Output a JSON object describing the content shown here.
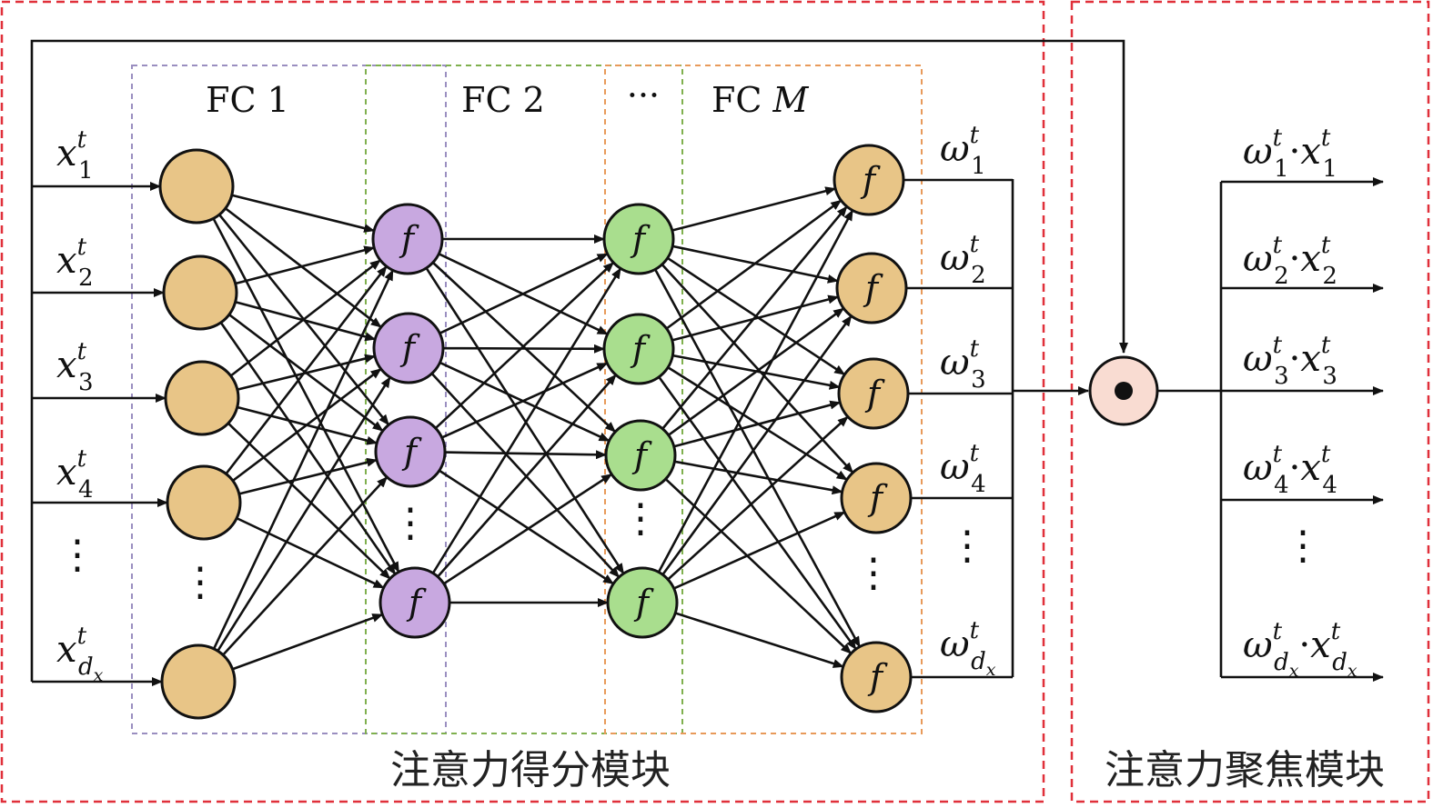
{
  "layer_labels": {
    "fc1": "FC 1",
    "fc2": "FC 2",
    "ellipsis": "···",
    "fcm_prefix": "FC ",
    "fcm_var": "M"
  },
  "input_labels": [
    {
      "base": "x",
      "sup": "t",
      "sub": "1"
    },
    {
      "base": "x",
      "sup": "t",
      "sub": "2"
    },
    {
      "base": "x",
      "sup": "t",
      "sub": "3"
    },
    {
      "base": "x",
      "sup": "t",
      "sub": "4"
    },
    {
      "base": "x",
      "sup": "t",
      "sub": "d",
      "subsub": "x"
    }
  ],
  "weight_labels": [
    {
      "base": "ω",
      "sup": "t",
      "sub": "1"
    },
    {
      "base": "ω",
      "sup": "t",
      "sub": "2"
    },
    {
      "base": "ω",
      "sup": "t",
      "sub": "3"
    },
    {
      "base": "ω",
      "sup": "t",
      "sub": "4"
    },
    {
      "base": "ω",
      "sup": "t",
      "sub": "d",
      "subsub": "x"
    }
  ],
  "output_labels": [
    {
      "w_sub": "1",
      "x_sub": "1"
    },
    {
      "w_sub": "2",
      "x_sub": "2"
    },
    {
      "w_sub": "3",
      "x_sub": "3"
    },
    {
      "w_sub": "4",
      "x_sub": "4"
    },
    {
      "w_sub": "d",
      "w_subsub": "x",
      "x_sub": "d",
      "x_subsub": "x"
    }
  ],
  "node_symbol": "f",
  "vdots": "⋮",
  "modules": {
    "score": "注意力得分模块",
    "focus": "注意力聚焦模块"
  },
  "colors": {
    "input_node": "#E8C587",
    "fc1_node": "#C8A8E0",
    "fc2_node": "#A9DE8E",
    "output_node": "#E8C587",
    "product_node": "#F9DCD2",
    "module_border": "#E0303A",
    "fc1_box": "#9A8EC0",
    "fc2_box": "#7FB04E",
    "fcm_box": "#E89A5A"
  }
}
